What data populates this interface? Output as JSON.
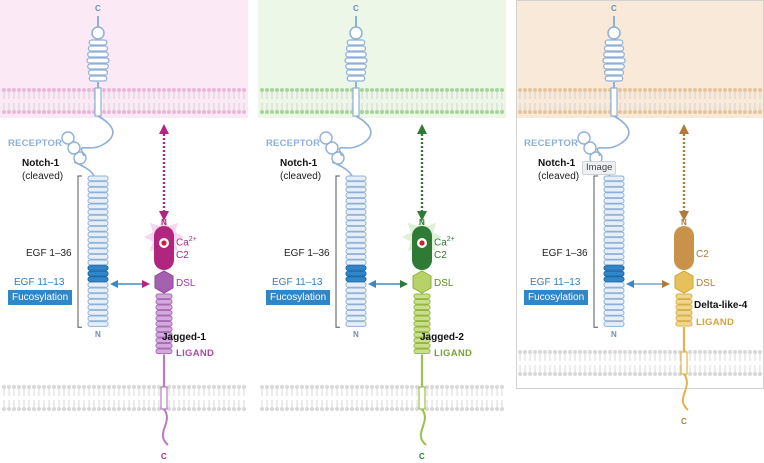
{
  "panels": [
    {
      "color": "#b04aa8",
      "membrane_tint": "#f7d8ec",
      "receptor": {
        "heading": "RECEPTOR",
        "name": "Notch-1",
        "note": "(cleaved)",
        "egf_range": "EGF 1–36",
        "egf_11_13": "EGF 11–13",
        "fucosylation": "Fucosylation",
        "c_terminus": "C",
        "n_terminus": "N"
      },
      "ligand": {
        "name": "Jagged-1",
        "tag": "LIGAND",
        "n_terminus": "N",
        "c_terminus": "C",
        "calcium": "Ca",
        "calcium_sup": "2+",
        "c2": "C2",
        "dsl": "DSL"
      }
    },
    {
      "color": "#7ba232",
      "membrane_tint": "#dff0d5",
      "receptor": {
        "heading": "RECEPTOR",
        "name": "Notch-1",
        "note": "(cleaved)",
        "egf_range": "EGF 1–36",
        "egf_11_13": "EGF 11–13",
        "fucosylation": "Fucosylation",
        "c_terminus": "C",
        "n_terminus": "N"
      },
      "ligand": {
        "name": "Jagged-2",
        "tag": "LIGAND",
        "n_terminus": "N",
        "c_terminus": "C",
        "calcium": "Ca",
        "calcium_sup": "2+",
        "c2": "C2",
        "dsl": "DSL"
      }
    },
    {
      "color": "#d4a43a",
      "membrane_tint": "#f6e2cc",
      "receptor": {
        "heading": "RECEPTOR",
        "name": "Notch-1",
        "note": "(cleaved)",
        "egf_range": "EGF 1–36",
        "egf_11_13": "EGF 11–13",
        "fucosylation": "Fucosylation",
        "c_terminus": "C",
        "n_terminus": "N"
      },
      "ligand": {
        "name": "Delta-like-4",
        "tag": "LIGAND",
        "n_terminus": "N",
        "c_terminus": "C",
        "c2": "C2",
        "dsl": "DSL"
      },
      "tooltip": "Image"
    }
  ],
  "colors": {
    "receptor_blue": "#8fb0d6",
    "egf_highlight": "#2f86c8",
    "membrane_gray": "#d8d8d8",
    "jagged1_dark": "#b0267f",
    "jagged2_dark": "#2f7a34",
    "dll4_dark": "#b07a3a"
  }
}
